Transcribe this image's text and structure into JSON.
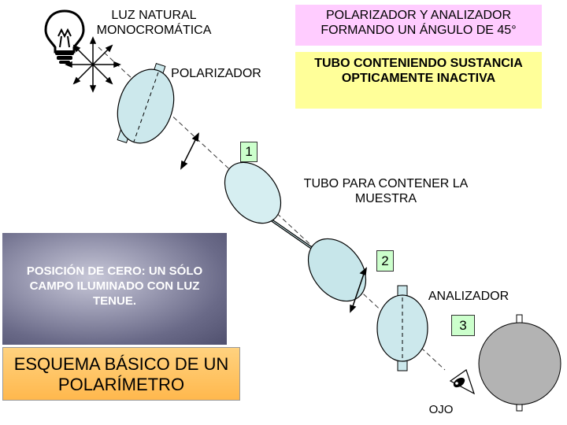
{
  "labels": {
    "luz_natural": "LUZ NATURAL MONOCROMÁTICA",
    "polarizador_analizador": "POLARIZADOR Y ANALIZADOR FORMANDO UN ÁNGULO DE 45°",
    "polarizador": "POLARIZADOR",
    "tubo_inactiva": "TUBO CONTENIENDO SUSTANCIA OPTICAMENTE INACTIVA",
    "tubo_muestra": "TUBO PARA CONTENER LA MUESTRA",
    "analizador": "ANALIZADOR",
    "ojo": "OJO",
    "posicion_cero": "POSICIÓN DE CERO: UN SÓLO CAMPO ILUMINADO CON LUZ TENUE.",
    "esquema": "ESQUEMA BÁSICO DE UN POLARÍMETRO"
  },
  "markers": [
    "1",
    "2",
    "3"
  ],
  "colors": {
    "yellow_box": "#ffff99",
    "pink_box": "#ffccff",
    "green_tag": "#ccffcc",
    "disc_fill": "#cce8ec",
    "field_disc": "#b3b3b3",
    "orange_box": "#ffb84d"
  },
  "icons": [
    "light-bulb-icon",
    "eye-icon"
  ]
}
